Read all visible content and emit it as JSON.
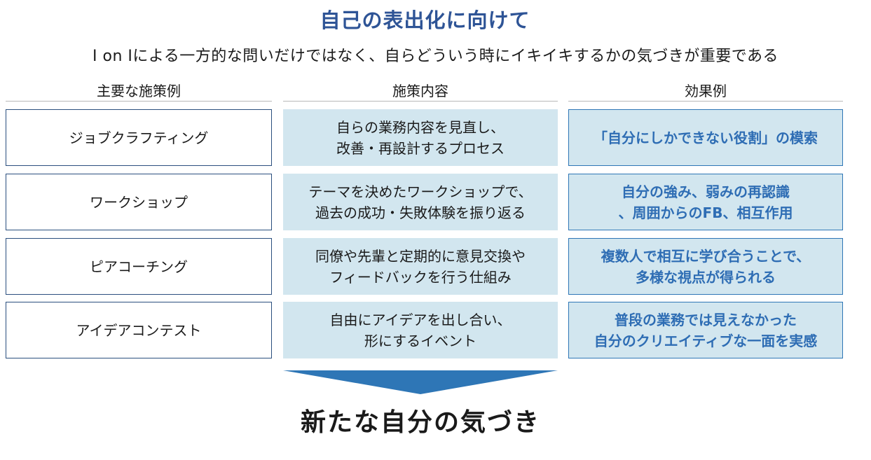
{
  "title": "自己の表出化に向けて",
  "subtitle": "I on Iによる一方的な問いだけではなく、自らどういう時にイキイキするかの気づきが重要である",
  "columns": {
    "measures": "主要な施策例",
    "content": "施策内容",
    "effects": "効果例"
  },
  "rows": [
    {
      "measure": "ジョブクラフティング",
      "content": "自らの業務内容を見直し、\n改善・再設計するプロセス",
      "effect": "「自分にしかできない役割」の模索"
    },
    {
      "measure": "ワークショップ",
      "content": "テーマを決めたワークショップで、\n過去の成功・失敗体験を振り返る",
      "effect": "自分の強み、弱みの再認識\n、周囲からのFB、相互作用"
    },
    {
      "measure": "ピアコーチング",
      "content": "同僚や先輩と定期的に意見交換や\nフィードバックを行う仕組み",
      "effect": "複数人で相互に学び合うことで、\n多様な視点が得られる"
    },
    {
      "measure": "アイデアコンテスト",
      "content": "自由にアイデアを出し合い、\n形にするイベント",
      "effect": "普段の業務では見えなかった\n自分のクリエイティブな一面を実感"
    }
  ],
  "conclusion": "新たな自分の気づき",
  "colors": {
    "title": "#2e5496",
    "effect_text": "#2e6db4",
    "cell_fill": "#d2e6ef",
    "arrow": "#2e76b6"
  }
}
